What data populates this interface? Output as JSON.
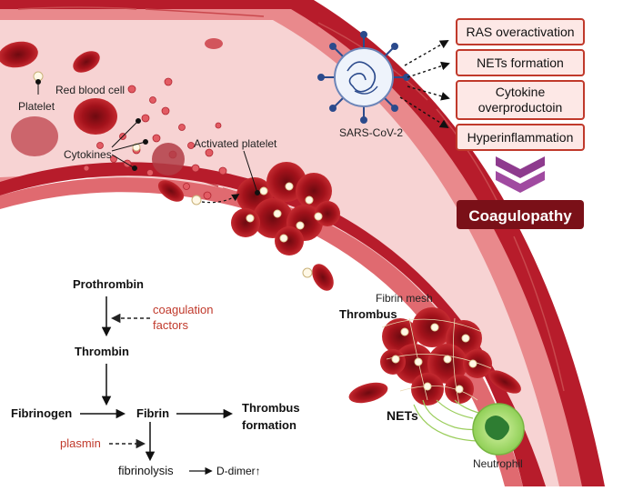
{
  "vessel_labels": {
    "platelet": "Platelet",
    "red_blood_cell": "Red blood cell",
    "cytokines": "Cytokines",
    "activated_platelet": "Activated platelet",
    "fibrin_mesh": "Fibrin mesh",
    "thrombus": "Thrombus",
    "nets": "NETs",
    "neutrophil": "Neutrophil"
  },
  "virus": {
    "label": "SARS-CoV-2"
  },
  "effects": [
    {
      "label": "RAS overactivation"
    },
    {
      "label": "NETs formation"
    },
    {
      "label_line1": "Cytokine",
      "label_line2": "overproductoin"
    },
    {
      "label": "Hyperinflammation"
    }
  ],
  "outcome": {
    "label": "Coagulopathy"
  },
  "cascade": {
    "prothrombin": "Prothrombin",
    "coagulation_line1": "coagulation",
    "coagulation_line2": "factors",
    "thrombin": "Thrombin",
    "fibrinogen": "Fibrinogen",
    "fibrin": "Fibrin",
    "thrombus_formation_line1": "Thrombus",
    "thrombus_formation_line2": "formation",
    "plasmin": "plasmin",
    "fibrinolysis": "fibrinolysis",
    "d_dimer": "D-dimer↑"
  },
  "colors": {
    "vessel_wall": "#b71c2b",
    "lumen": "#f7d3d3",
    "rbc": "#a4121b",
    "box_border": "#c0392b",
    "box_fill": "#fde8e6",
    "outcome_fill": "#7a1018",
    "chevron": "#8e3b8e",
    "cascade_red": "#c0392b",
    "neutrophil": "#b5e37a"
  }
}
